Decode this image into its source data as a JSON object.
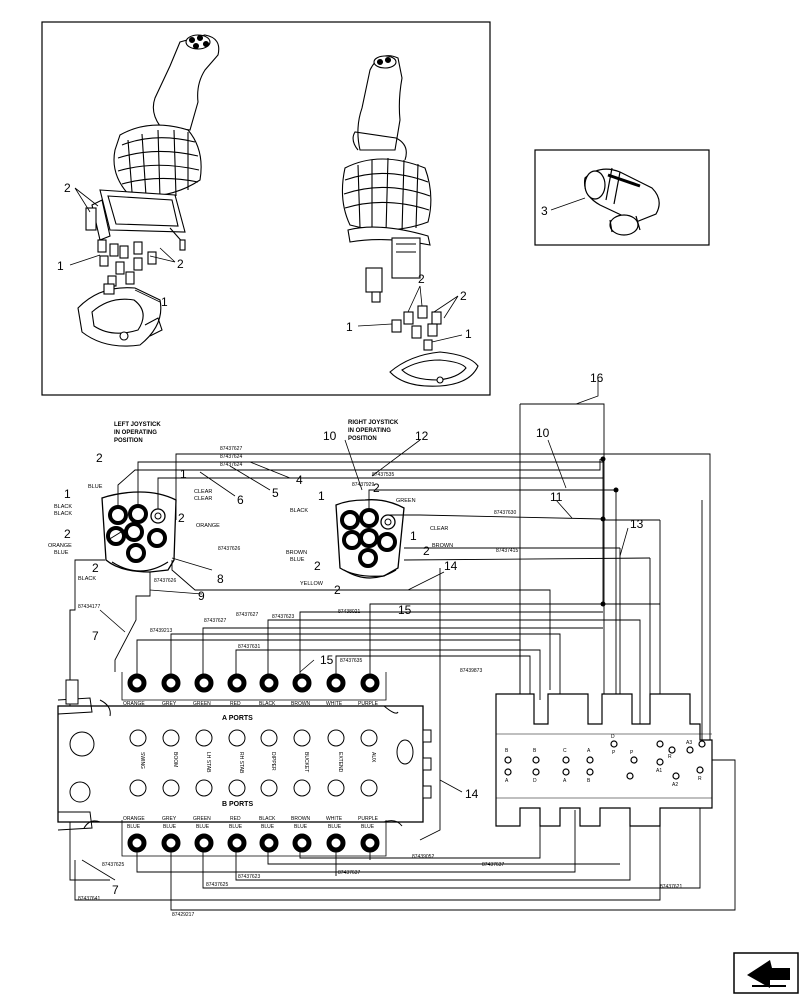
{
  "callouts": {
    "c1a": "1",
    "c1b": "1",
    "c1c": "1",
    "c2a": "2",
    "c2b": "2",
    "c2c": "2",
    "c2d": "2",
    "c1d": "1",
    "c1e": "1",
    "c3": "3",
    "c16": "16",
    "c10a": "10",
    "c10b": "10",
    "c12": "12",
    "c11": "11",
    "c13": "13",
    "c4": "4",
    "c5": "5",
    "c6": "6",
    "c8": "8",
    "c9": "9",
    "c7a": "7",
    "c7b": "7",
    "c14a": "14",
    "c14b": "14",
    "c15a": "15",
    "c15b": "15",
    "lj1a": "1",
    "lj1b": "1",
    "lj2a": "2",
    "lj2b": "2",
    "lj2c": "2",
    "lj2d": "2",
    "rj1a": "1",
    "rj1b": "1",
    "rj2a": "2",
    "rj2b": "2",
    "rj2c": "2",
    "rj2d": "2"
  },
  "left_joystick": {
    "caption": [
      "LEFT JOYSTICK",
      "IN OPERATING",
      "POSITION"
    ],
    "labels": [
      "BLUE",
      "CLEAR",
      "CLEAR",
      "BLACK",
      "BLACK",
      "ORANGE",
      "ORANGE",
      "BLUE",
      "BLACK"
    ]
  },
  "right_joystick": {
    "caption": [
      "RIGHT JOYSTICK",
      "IN OPERATING",
      "POSITION"
    ],
    "labels": [
      "GREEN",
      "BLACK",
      "CLEAR",
      "BROWN",
      "BROWN",
      "BLUE",
      "YELLOW"
    ]
  },
  "part_numbers": {
    "p1": "87437627",
    "p2": "87437624",
    "p3": "87437624",
    "p4": "87437929",
    "p5": "87437630",
    "p6": "87437535",
    "p7": "87437626",
    "p8": "87437626",
    "p9": "87437415",
    "p10": "87437627",
    "p11": "87439213",
    "p12": "87437627",
    "p13": "87437623",
    "p14": "87438021",
    "p15": "87437631",
    "p16": "87437635",
    "p17": "87439873",
    "p18": "87437625",
    "p19": "87437625",
    "p20": "87439052",
    "p21": "87437637",
    "p22": "87437641",
    "p23": "87437621",
    "p24": "87429217",
    "p25": "87437623",
    "p26": "87434177",
    "p27": "87437637"
  },
  "valve": {
    "a_ports_title": "A PORTS",
    "b_ports_title": "B PORTS",
    "top_hoses": [
      "ORANGE",
      "GREY",
      "GREEN",
      "RED",
      "BLACK",
      "BROWN",
      "WHITE",
      "PURPLE"
    ],
    "functions": [
      "SWING",
      "BOOM",
      "LH STAB",
      "RH STAB",
      "DIPPER",
      "BUCKET",
      "EXTEND",
      "AUX"
    ],
    "bottom_hoses_1": [
      "ORANGE",
      "GREY",
      "GREEN",
      "RED",
      "BLACK",
      "BROWN",
      "WHITE",
      "PURPLE"
    ],
    "bottom_hoses_2": [
      "BLUE",
      "BLUE",
      "BLUE",
      "BLUE",
      "BLUE",
      "BLUE",
      "BLUE",
      "BLUE"
    ]
  },
  "pattern_block": {
    "ports": [
      "B",
      "B",
      "C",
      "A",
      "A",
      "B",
      "P",
      "A",
      "D",
      "D",
      "A1",
      "A3",
      "P",
      "R",
      "A2",
      "R"
    ]
  }
}
